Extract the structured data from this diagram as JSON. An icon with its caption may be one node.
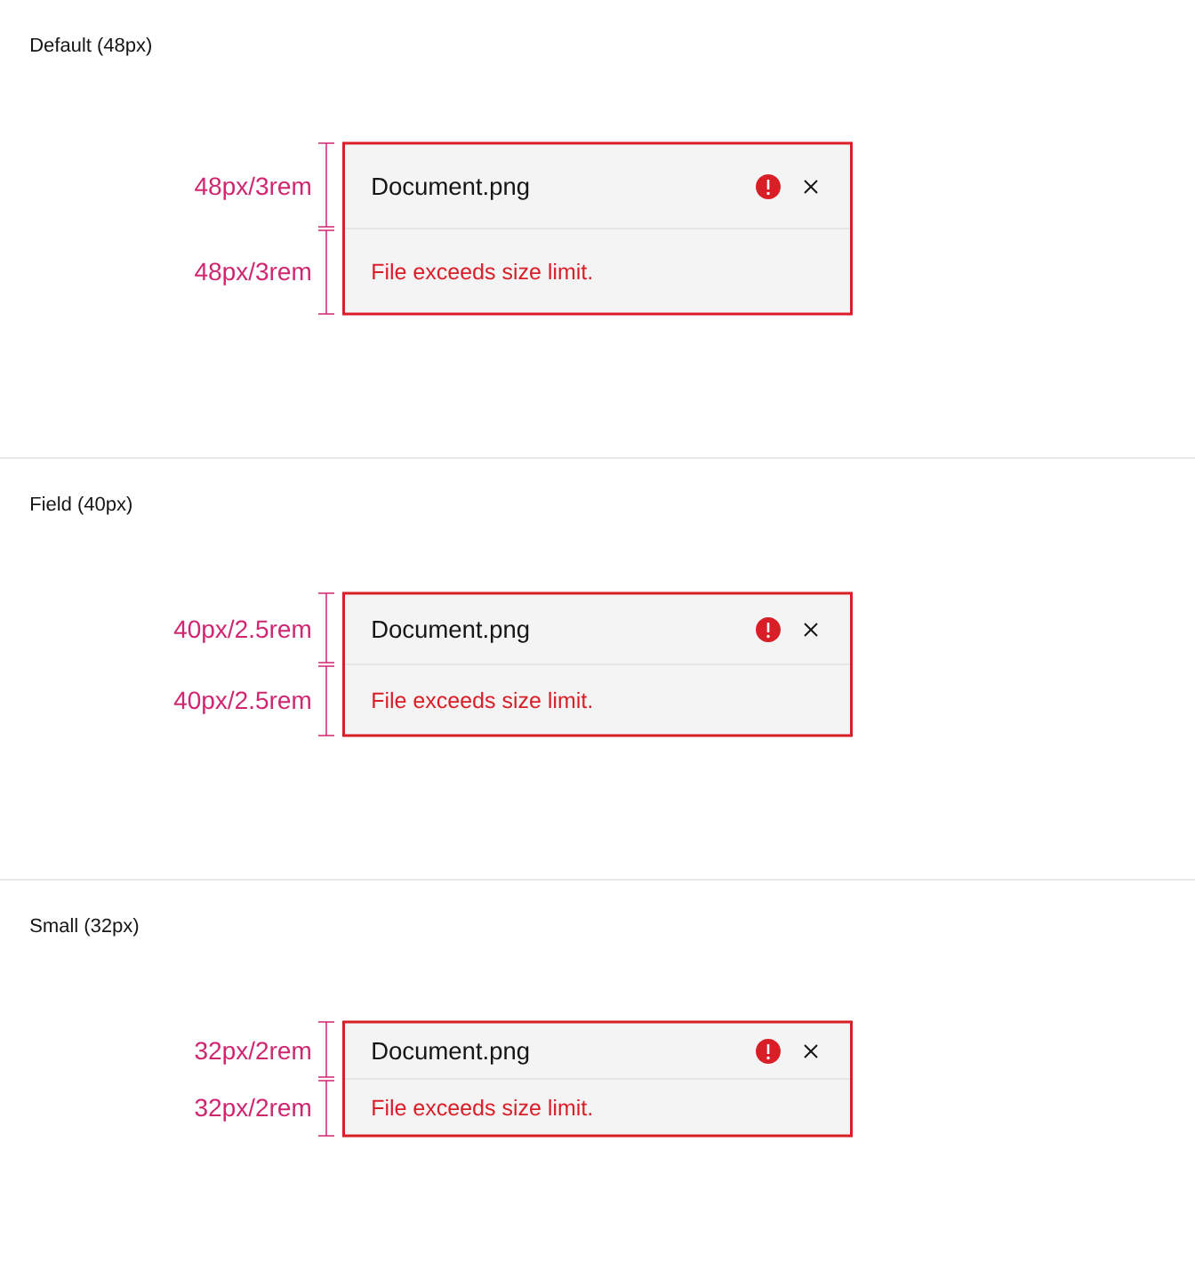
{
  "diagram": {
    "nodes": [
      {
        "text": [
          "Document.png",
          "File exceeds size limit."
        ]
      },
      {
        "text": [
          "Document.png",
          "File exceeds size limit."
        ]
      },
      {
        "text": [
          "Document.png",
          "File exceeds size limit."
        ]
      }
    ],
    "labels": [
      "Default (48px)",
      "48px/3rem",
      "48px/3rem",
      "Field (40px)",
      "40px/2.5rem",
      "40px/2.5rem",
      "Small (32px)",
      "32px/2rem",
      "32px/2rem"
    ]
  }
}
